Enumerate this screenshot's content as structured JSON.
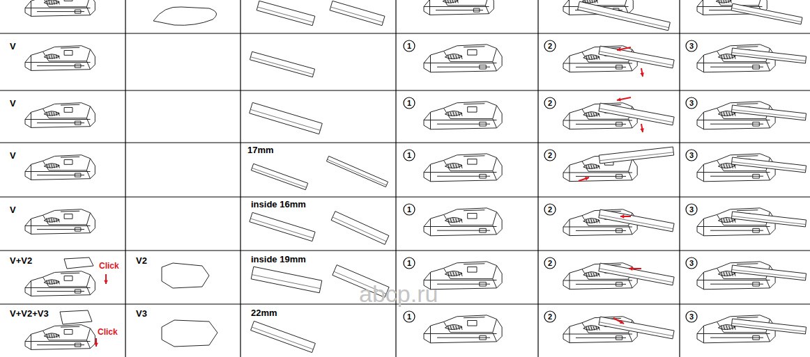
{
  "diagram": {
    "labels": [
      "V",
      "1",
      "2",
      "3",
      "V",
      "1",
      "2",
      "3",
      "V",
      "17mm",
      "1",
      "2",
      "3",
      "V",
      "inside 16mm",
      "1",
      "2",
      "3",
      "V+V2",
      "Click",
      "V2",
      "inside 19mm",
      "1",
      "2",
      "3",
      "abcp.ru",
      "V+V2+V3",
      "Click",
      "V3",
      "22mm",
      "1",
      "2",
      "3"
    ]
  }
}
